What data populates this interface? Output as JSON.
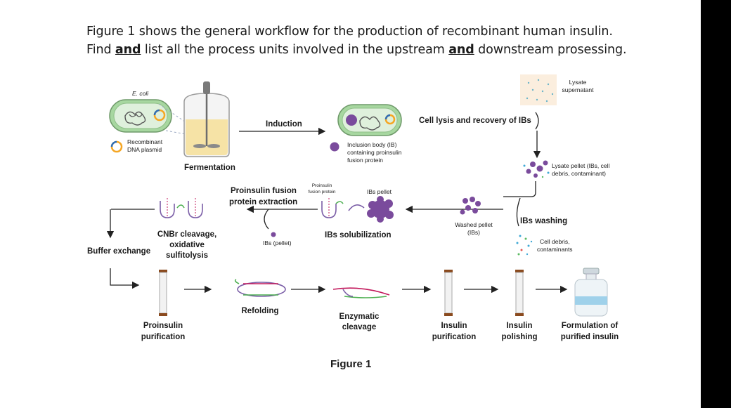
{
  "question": {
    "line1": "Figure 1 shows the general workflow for the production of recombinant human insulin.",
    "line2_a": "Find ",
    "line2_and1": "and",
    "line2_b": " list all the process units involved in the upstream ",
    "line2_and2": "and",
    "line2_c": " downstream prosessing."
  },
  "labels": {
    "ecoli": "E. coli",
    "recombinant": "Recombinant",
    "dna_plasmid": "DNA plasmid",
    "fermentation": "Fermentation",
    "induction": "Induction",
    "ib_line1": "Inclusion body (IB)",
    "ib_line2": "containing proinsulin",
    "ib_line3": "fusion protein",
    "cell_lysis": "Cell lysis and recovery of IBs",
    "lysate_sup1": "Lysate",
    "lysate_sup2": "supernatant",
    "lysate_pellet1": "Lysate pellet (IBs, cell",
    "lysate_pellet2": "debris, contaminant)",
    "ibs_washing": "IBs washing",
    "cell_debris1": "Cell debris,",
    "cell_debris2": "contaminants",
    "washed1": "Washed pellet",
    "washed2": "(IBs)",
    "ibs_pellet": "IBs pellet",
    "proinsulin_fp1": "Proinsulin",
    "proinsulin_fp2": "fusion protein",
    "ibs_solubilization": "IBs solubilization",
    "extraction1": "Proinsulin fusion",
    "extraction2": "protein extraction",
    "ibs_pellet_small": "IBs (pellet)",
    "cnbr1": "CNBr cleavage,",
    "cnbr2": "oxidative",
    "cnbr3": "sulfitolysis",
    "buffer_exchange": "Buffer exchange",
    "proinsulin_pur1": "Proinsulin",
    "proinsulin_pur2": "purification",
    "refolding": "Refolding",
    "enzymatic1": "Enzymatic",
    "enzymatic2": "cleavage",
    "insulin_pur1": "Insulin",
    "insulin_pur2": "purification",
    "insulin_pol1": "Insulin",
    "insulin_pol2": "polishing",
    "formulation1": "Formulation of",
    "formulation2": "purified insulin",
    "figure_caption": "Figure 1"
  },
  "colors": {
    "arrow": "#222222",
    "ib_purple": "#7a4b9c",
    "dish_green": "#a7d7a0",
    "broth": "#f6e3a6",
    "column_cap": "#8a4a1e",
    "plasmid_orange": "#f5a623",
    "plasmid_blue": "#2f6db5",
    "protein_green": "#4caf50",
    "protein_pink": "#c2185b",
    "protein_purple": "#7b5ea7"
  }
}
